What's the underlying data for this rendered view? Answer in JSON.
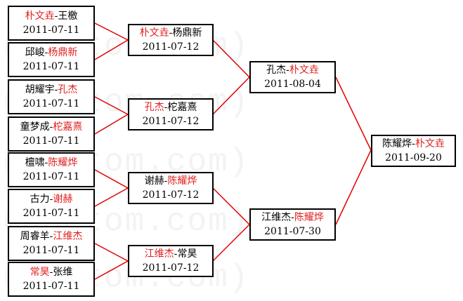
{
  "watermark": "(hoetom.com)",
  "colors": {
    "winner": "#e02020",
    "line": "#e00000",
    "text": "#000000"
  },
  "round1": [
    {
      "left": "朴文垚",
      "sep": "-",
      "right": "王檄",
      "winner": "left",
      "date": "2011-07-11"
    },
    {
      "left": "邱峻",
      "sep": "-",
      "right": "杨鼎新",
      "winner": "right",
      "date": "2011-07-11"
    },
    {
      "left": "胡耀宇",
      "sep": "-",
      "right": "孔杰",
      "winner": "right",
      "date": "2011-07-11"
    },
    {
      "left": "童梦成",
      "sep": "-",
      "right": "柁嘉熹",
      "winner": "right",
      "date": "2011-07-11"
    },
    {
      "left": "檀啸",
      "sep": "-",
      "right": "陈耀烨",
      "winner": "right",
      "date": "2011-07-11"
    },
    {
      "left": "古力",
      "sep": "-",
      "right": "谢赫",
      "winner": "right",
      "date": "2011-07-11"
    },
    {
      "left": "周睿羊",
      "sep": "-",
      "right": "江维杰",
      "winner": "right",
      "date": "2011-07-11"
    },
    {
      "left": "常昊",
      "sep": "-",
      "right": "张维",
      "winner": "left",
      "date": "2011-07-11"
    }
  ],
  "round2": [
    {
      "left": "朴文垚",
      "sep": "-",
      "right": "杨鼎新",
      "winner": "left",
      "date": "2011-07-12"
    },
    {
      "left": "孔杰",
      "sep": "-",
      "right": "柁嘉熹",
      "winner": "left",
      "date": "2011-07-12"
    },
    {
      "left": "谢赫",
      "sep": "-",
      "right": "陈耀烨",
      "winner": "right",
      "date": "2011-07-12"
    },
    {
      "left": "江维杰",
      "sep": "-",
      "right": "常昊",
      "winner": "left",
      "date": "2011-07-12"
    }
  ],
  "round3": [
    {
      "left": "孔杰",
      "sep": "-",
      "right": "朴文垚",
      "winner": "right",
      "date": "2011-08-04"
    },
    {
      "left": "江维杰",
      "sep": "-",
      "right": "陈耀烨",
      "winner": "right",
      "date": "2011-07-30"
    }
  ],
  "final": [
    {
      "left": "陈耀烨",
      "sep": "-",
      "right": "朴文垚",
      "winner": "right",
      "date": "2011-09-20"
    }
  ]
}
